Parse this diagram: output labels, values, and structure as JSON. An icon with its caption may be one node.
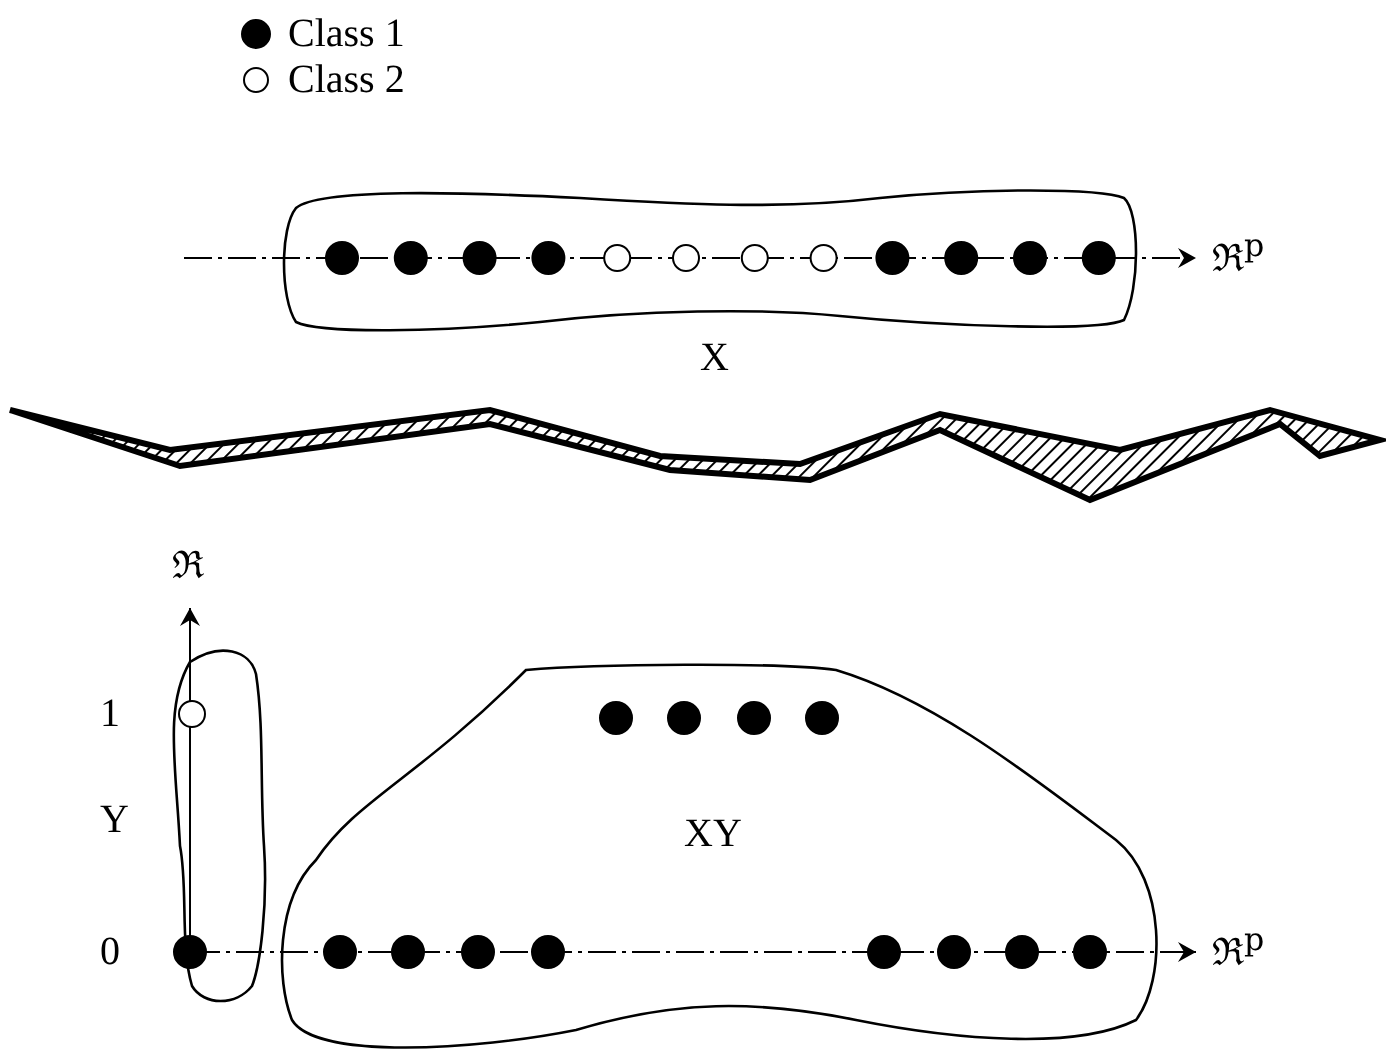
{
  "diagram": {
    "nodes": [
      {
        "text": [
          "X"
        ]
      },
      {
        "text": [],
        "shape": "band"
      },
      {
        "text": [
          "Y"
        ]
      },
      {
        "text": [
          "XY"
        ]
      }
    ],
    "labels": [
      "ℜ$^{p}$",
      "ℜ",
      "1",
      "0",
      "ℜ$^{p}$"
    ],
    "legend": [
      {
        "text": "Class 1"
      },
      {
        "text": "Class 2"
      }
    ]
  }
}
